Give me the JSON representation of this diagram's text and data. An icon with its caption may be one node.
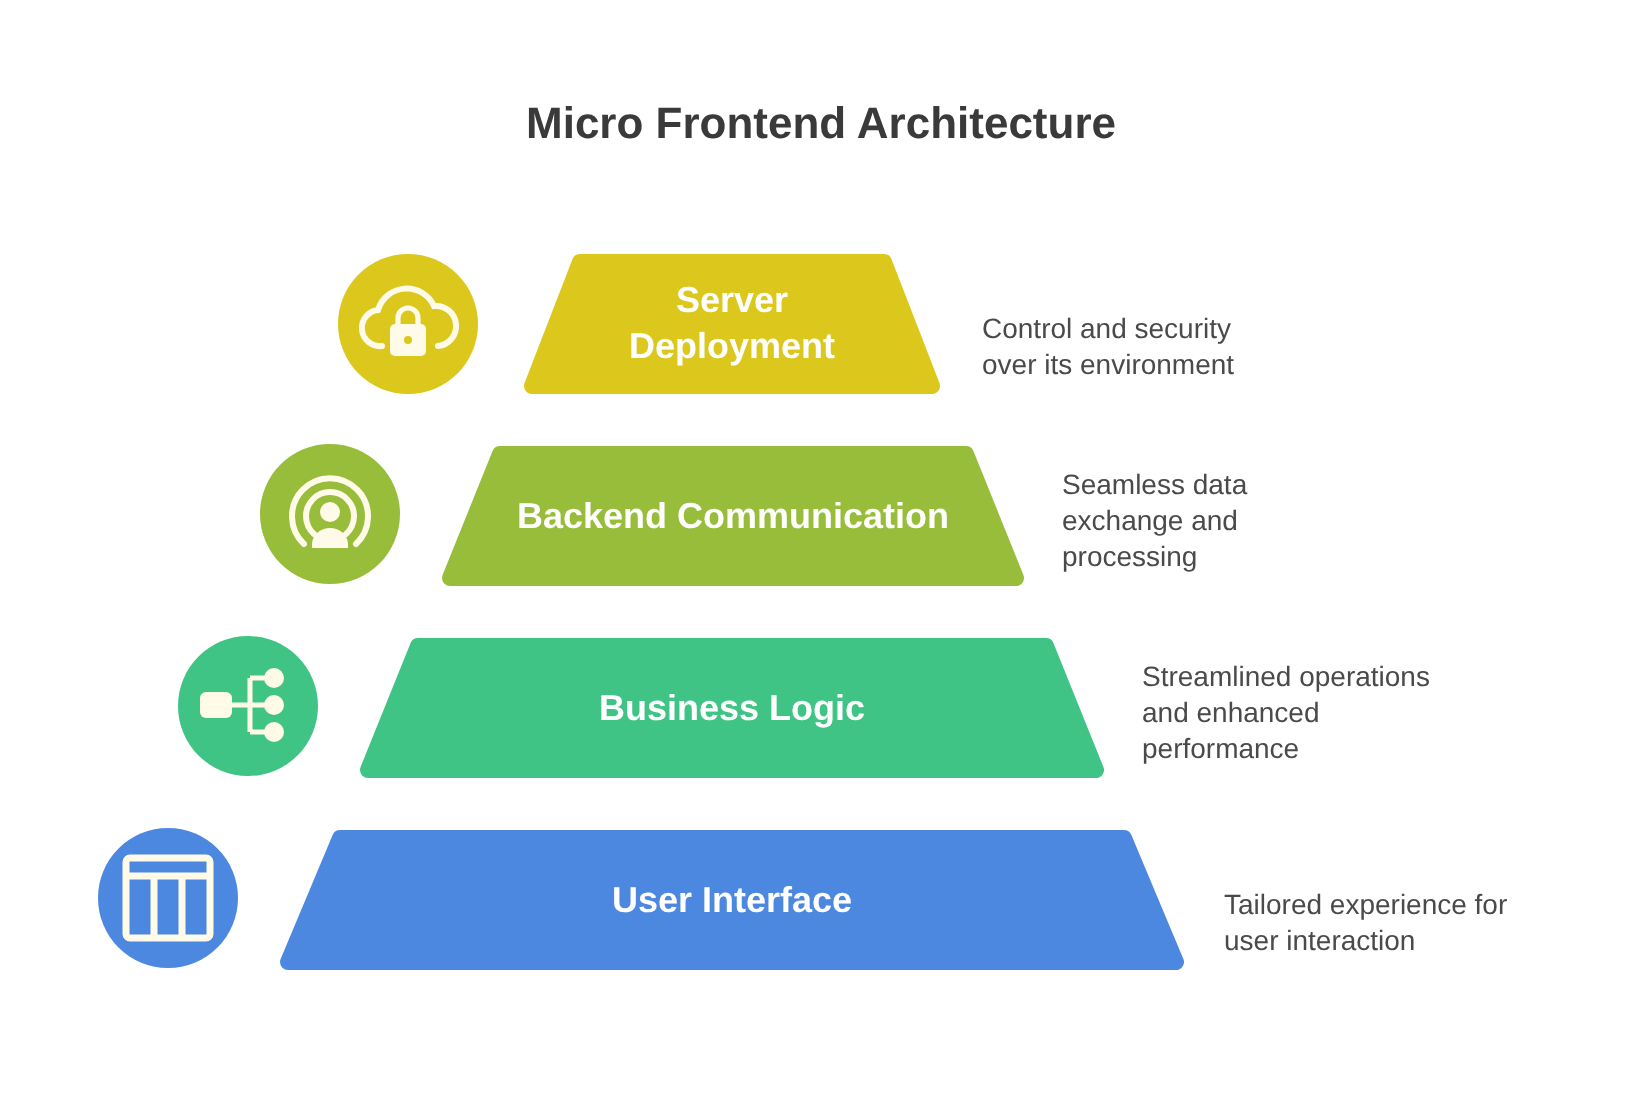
{
  "diagram": {
    "title": "Micro Frontend Architecture",
    "nodes": [
      {
        "text": [
          "Server Deployment"
        ],
        "beside": [
          "Control and security over its environment"
        ]
      },
      {
        "text": [
          "Backend Communication"
        ],
        "beside": [
          "Seamless data exchange and processing"
        ]
      },
      {
        "text": [
          "Business Logic"
        ],
        "beside": [
          "Streamlined operations and enhanced performance"
        ]
      },
      {
        "text": [
          "User Interface"
        ],
        "beside": [
          "Tailored experience for user interaction"
        ]
      }
    ]
  }
}
